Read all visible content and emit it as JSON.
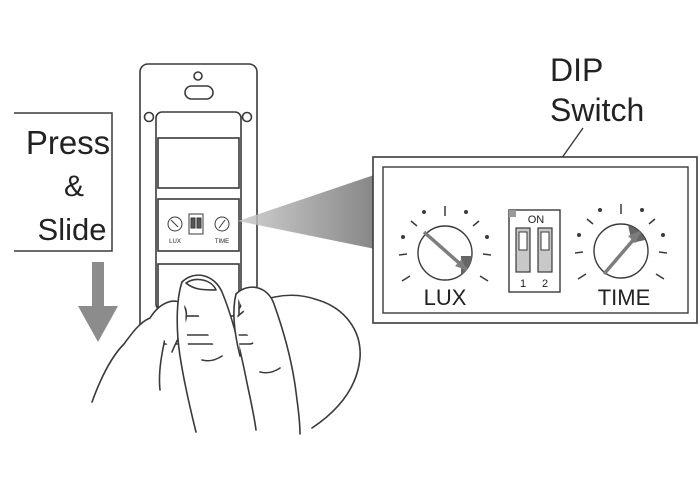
{
  "instruction": {
    "line1": "Press",
    "line2": "&",
    "line3": "Slide"
  },
  "callout": {
    "line1": "DIP",
    "line2": "Switch"
  },
  "detail": {
    "lux_label": "LUX",
    "time_label": "TIME",
    "dip_on_label": "ON",
    "dip_switch_1": "1",
    "dip_switch_2": "2"
  },
  "device": {
    "lux_label": "LUX",
    "time_label": "TIME"
  },
  "colors": {
    "line": "#3a3a3a",
    "arrow": "#8c8c8c",
    "shadow": "#a6a6a6",
    "dip_fill": "#c8c8c8"
  }
}
